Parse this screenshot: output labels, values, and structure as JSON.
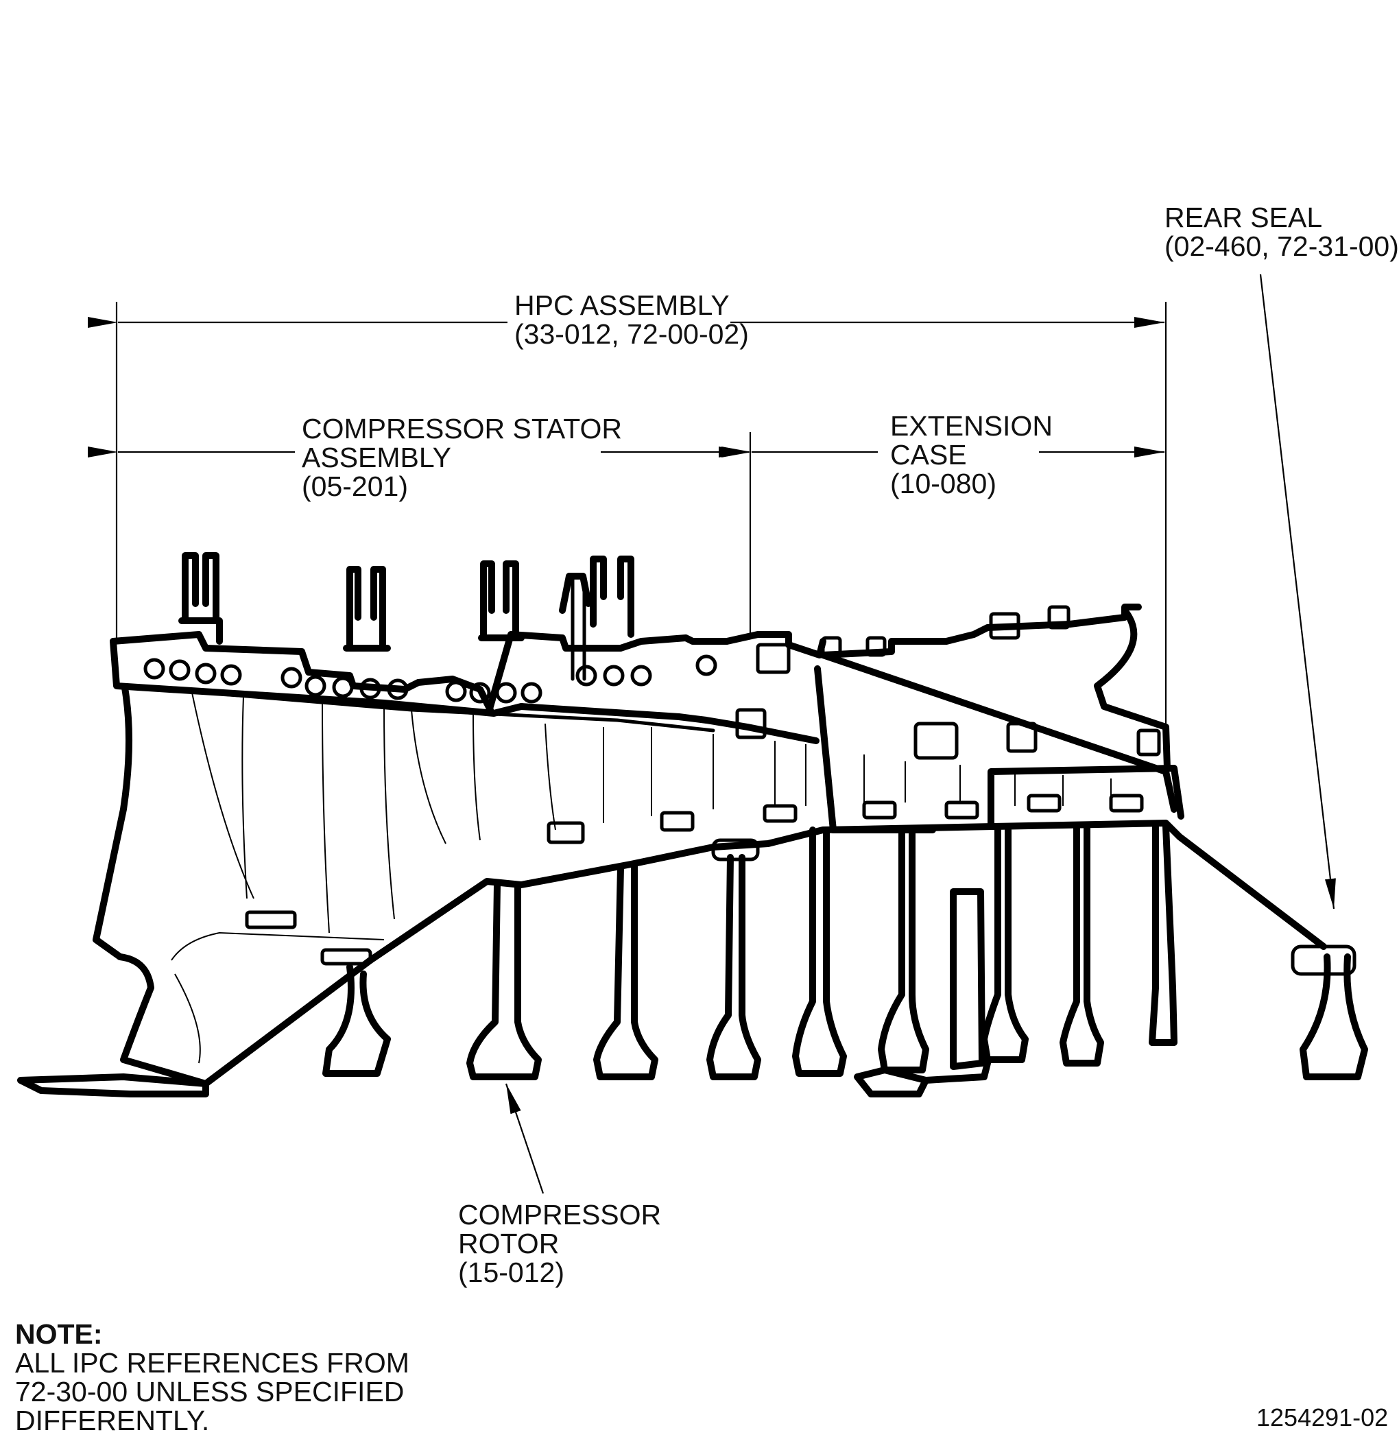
{
  "labels": {
    "hpc_title": "HPC ASSEMBLY",
    "hpc_ref": "(33-012, 72-00-02)",
    "stator_l1": "COMPRESSOR STATOR",
    "stator_l2": "ASSEMBLY",
    "stator_ref": "(05-201)",
    "ext_l1": "EXTENSION",
    "ext_l2": "CASE",
    "ext_ref": "(10-080)",
    "seal_l1": "REAR SEAL",
    "seal_ref": "(02-460, 72-31-00)",
    "rotor_l1": "COMPRESSOR",
    "rotor_l2": "ROTOR",
    "rotor_ref": "(15-012)"
  },
  "note": {
    "title": "NOTE:",
    "line1": "ALL IPC REFERENCES FROM",
    "line2": "72-30-00 UNLESS SPECIFIED",
    "line3": "DIFFERENTLY."
  },
  "figure_id": "1254291-02"
}
